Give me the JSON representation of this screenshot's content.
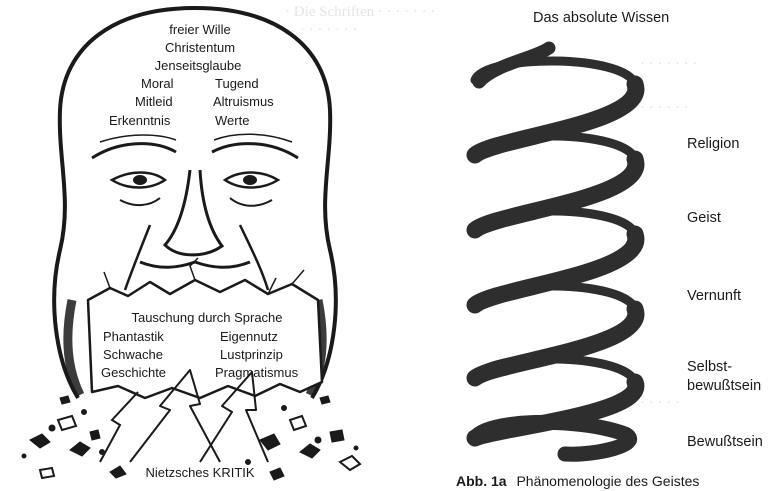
{
  "left_figure": {
    "head_upper_words": [
      "freier Wille",
      "Christentum",
      "Jenseitsglaube",
      "Moral",
      "Tugend",
      "Mitleid",
      "Altruismus",
      "Erkenntnis",
      "Werte"
    ],
    "mouth_words": [
      "Tauschung durch Sprache",
      "Phantastik",
      "Eigennutz",
      "Schwache",
      "Lustprinzip",
      "Geschichte",
      "Pragmatismus"
    ],
    "critique_label": "Nietzsches KRITIK"
  },
  "right_figure": {
    "title": "Das absolute Wissen",
    "spiral_levels": [
      "Religion",
      "Geist",
      "Vernunft",
      "Selbst-",
      "bewußtsein",
      "Bewußtsein"
    ],
    "caption_bold": "Abb. 1a",
    "caption_text": "Phänomenologie des Geistes"
  },
  "colors": {
    "ink": "#1a1a1a",
    "spiral": "#2e2e2e",
    "paper": "#ffffff",
    "bleed": "#cfcfcf"
  }
}
